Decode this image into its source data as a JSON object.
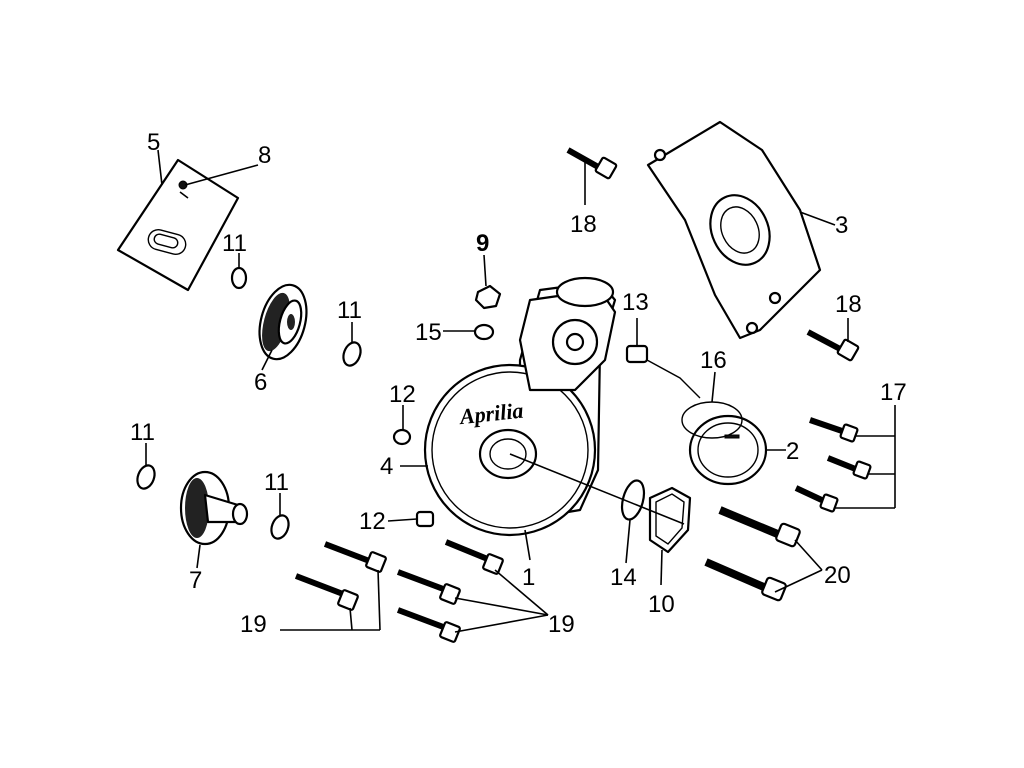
{
  "labels": {
    "l1": "1",
    "l2": "2",
    "l3": "3",
    "l4": "4",
    "l5": "5",
    "l6": "6",
    "l7": "7",
    "l8": "8",
    "l9": "9",
    "l10": "10",
    "l11a": "11",
    "l11b": "11",
    "l11c": "11",
    "l11d": "11",
    "l12a": "12",
    "l12b": "12",
    "l13": "13",
    "l14": "14",
    "l15": "15",
    "l16": "16",
    "l17": "17",
    "l18a": "18",
    "l18b": "18",
    "l19a": "19",
    "l19b": "19",
    "l20": "20"
  },
  "cover_logo": "Aprilia"
}
